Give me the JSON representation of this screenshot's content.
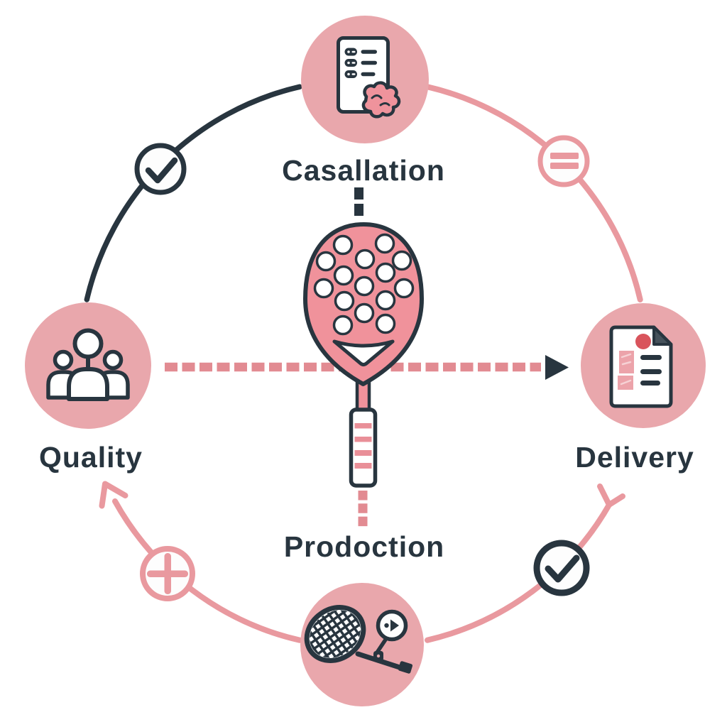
{
  "diagram": {
    "type": "circular-process-cycle",
    "nodes": {
      "top": {
        "label": "Casallation",
        "icon": "checklist-document-icon"
      },
      "left": {
        "label": "Quality",
        "icon": "team-people-icon"
      },
      "right": {
        "label": "Delivery",
        "icon": "inspection-report-icon"
      },
      "bottom": {
        "label": "Prodoction",
        "icon": "racket-magnifier-icon"
      }
    },
    "center": {
      "icon": "padel-racket-icon"
    },
    "badges": [
      {
        "position": "top-left",
        "icon": "check-icon",
        "color": "#28353f"
      },
      {
        "position": "top-right",
        "icon": "equals-icon",
        "color": "#e9999f"
      },
      {
        "position": "bottom-left",
        "icon": "plus-icon",
        "color": "#e9999f"
      },
      {
        "position": "bottom-right",
        "icon": "check-icon",
        "color": "#28353f"
      }
    ],
    "connectors": {
      "horizontal_dashed_arrow": "left-to-right",
      "vertical_dash_top": "label-to-racket",
      "vertical_dash_bottom": "racket-to-label"
    },
    "colors": {
      "node_fill": "#e9a7ac",
      "arc_pink": "#e9999f",
      "arc_dark": "#28353f",
      "dash_pink": "#e28b92",
      "racket_pink": "#f0929b",
      "grip_stripe_pink": "#e98f98",
      "accent_red": "#d9545c",
      "text": "#28353f",
      "background": "#ffffff"
    }
  }
}
